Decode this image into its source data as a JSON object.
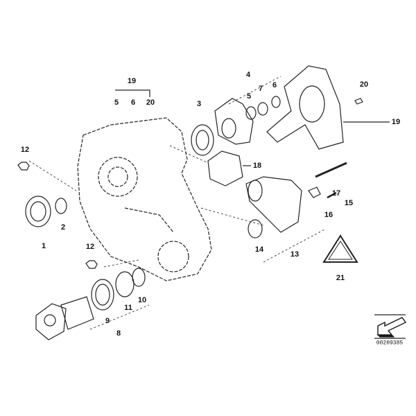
{
  "callouts": {
    "g19": "19",
    "g5": "5",
    "g6": "6",
    "g20": "20",
    "c3": "3",
    "c4": "4",
    "c5b": "5",
    "c7": "7",
    "c6b": "6",
    "c20b": "20",
    "c19b": "19",
    "c18": "18",
    "c12a": "12",
    "c2": "2",
    "c1": "1",
    "c12b": "12",
    "c17": "17",
    "c15": "15",
    "c16": "16",
    "c14": "14",
    "c13": "13",
    "c21": "21",
    "c9": "9",
    "c11": "11",
    "c10": "10",
    "c8": "8"
  },
  "diagram_id": "00209385"
}
